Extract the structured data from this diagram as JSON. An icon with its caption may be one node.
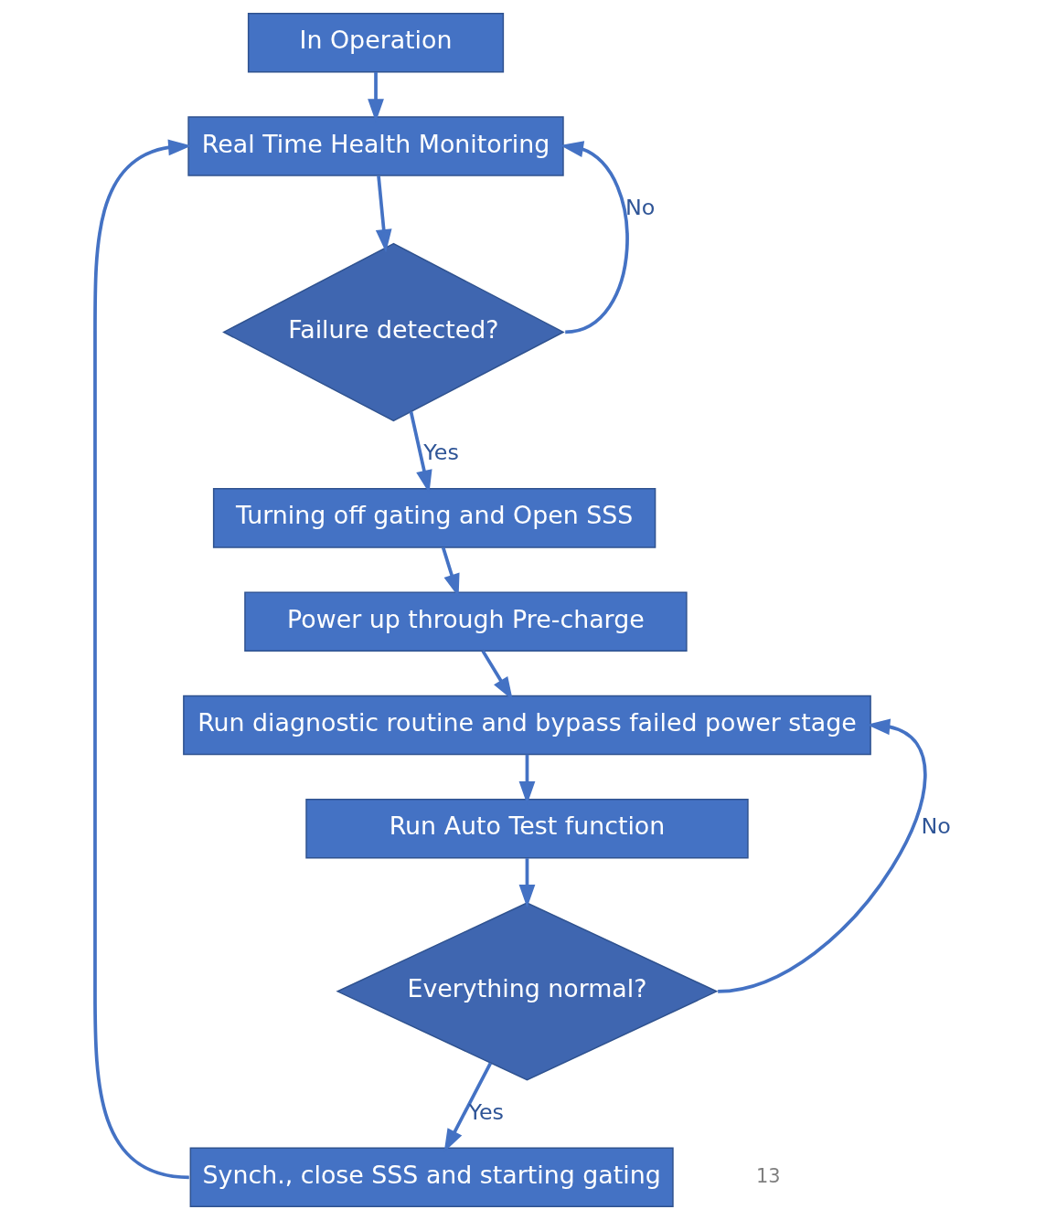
{
  "diagram": {
    "nodes": [
      {
        "text": [
          "In Operation"
        ]
      },
      {
        "text": [
          "Real Time Health Monitoring"
        ]
      },
      {
        "text": [
          "Failure detected?"
        ]
      },
      {
        "text": [
          "Turning off gating and Open SSS"
        ]
      },
      {
        "text": [
          "Power up through Pre-charge"
        ]
      },
      {
        "text": [
          "Run diagnostic routine and bypass failed power stage"
        ]
      },
      {
        "text": [
          "Run Auto Test function"
        ]
      },
      {
        "text": [
          "Everything normal?"
        ]
      },
      {
        "text": [
          "Synch., close SSS and starting gating"
        ]
      }
    ],
    "edges": [
      {
        "from": 0,
        "to": 1,
        "arrow": "to"
      },
      {
        "from": 1,
        "to": 2,
        "arrow": "to"
      },
      {
        "from": 2,
        "to": 3,
        "label": "Yes",
        "arrow": "to"
      },
      {
        "from": 2,
        "to": 1,
        "label": "No",
        "arrow": "to"
      },
      {
        "from": 3,
        "to": 4,
        "arrow": "to"
      },
      {
        "from": 4,
        "to": 5,
        "arrow": "to"
      },
      {
        "from": 5,
        "to": 6,
        "arrow": "to"
      },
      {
        "from": 6,
        "to": 7,
        "arrow": "to"
      },
      {
        "from": 7,
        "to": 8,
        "label": "Yes",
        "arrow": "to"
      },
      {
        "from": 7,
        "to": 5,
        "label": "No",
        "arrow": "to"
      },
      {
        "from": 8,
        "to": 1,
        "arrow": "to"
      }
    ],
    "labels": [
      "13"
    ]
  }
}
